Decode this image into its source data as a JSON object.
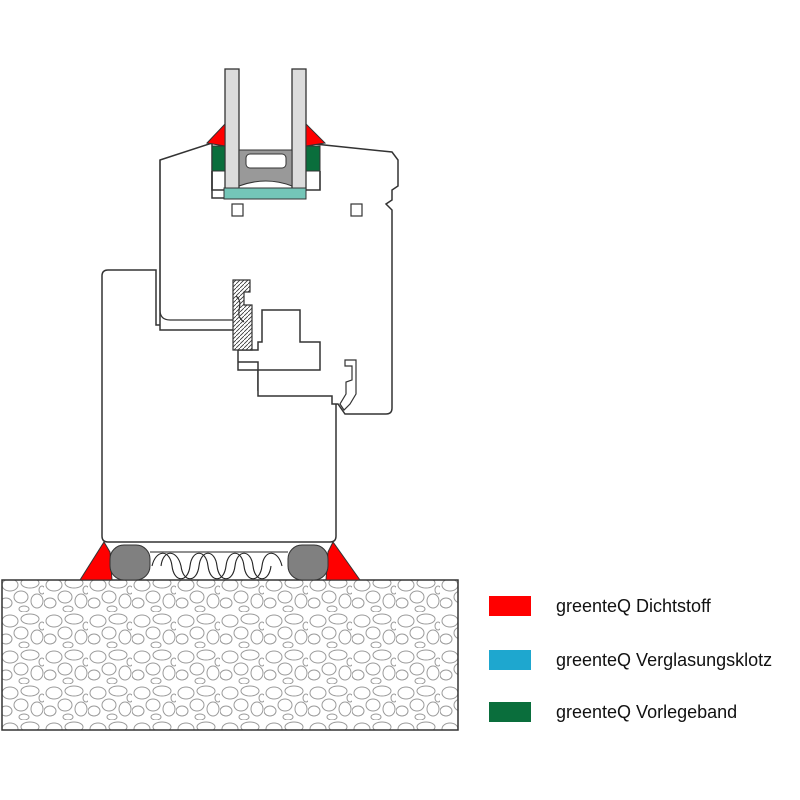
{
  "colors": {
    "dichtstoff": "#ff0000",
    "verglasungsklotz_legend": "#1ea7cf",
    "verglasungsklotz_drawing": "#74c6b8",
    "vorlegeband": "#0a6e3c",
    "compriband": "#808080",
    "glass": "#dcdcdc",
    "outline": "#333333"
  },
  "legend": [
    {
      "label": "greenteQ Dichtstoff",
      "color": "#ff0000"
    },
    {
      "label": "greenteQ Verglasungsklotz",
      "color": "#1ea7cf"
    },
    {
      "label": "greenteQ Vorlegeband",
      "color": "#0a6e3c"
    }
  ]
}
